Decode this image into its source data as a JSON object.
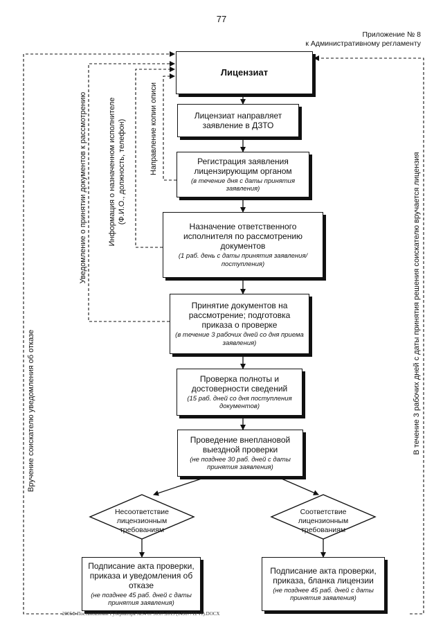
{
  "page_number": "77",
  "appendix": {
    "line1": "Приложение № 8",
    "line2": "к Административному регламенту"
  },
  "boxes": {
    "licensee": "Лицензиат",
    "submit": "Лицензиат направляет заявление в ДЗТО",
    "register": {
      "main": "Регистрация заявления лицензирующим органом",
      "note": "(в течение дня с даты принятия заявления)"
    },
    "assign": {
      "main": "Назначение ответственного исполнителя по рассмотрению документов",
      "note": "(1 раб. день с даты принятия заявления/ поступления)"
    },
    "accept": {
      "main": "Принятие документов на рассмотрение; подготовка приказа о проверке",
      "note": "(в течение 3 рабочих дней со дня приема заявления)"
    },
    "verify": {
      "main": "Проверка полноты и достоверности сведений",
      "note": "(15 раб. дней со дня поступления документов)"
    },
    "inspection": {
      "main": "Проведение внеплановой выездной проверки",
      "note": "(не позднее 30 раб. дней с даты принятия заявления)"
    },
    "refusal": {
      "main": "Подписание акта проверки, приказа и уведомления об отказе",
      "note": "(не позднее 45 раб. дней с даты принятия заявления)"
    },
    "license": {
      "main": "Подписание акта проверки, приказа, бланка лицензии",
      "note": "(не позднее 45 раб. дней с даты принятия заявления)"
    }
  },
  "diamonds": {
    "noncompliance": "Несоответствие лицензионным требованиям",
    "compliance": "Соответствие лицензионным требованиям"
  },
  "side_labels": {
    "left_outer": "Вручение соискателю уведомления об отказе",
    "notice_accept": "Уведомление о принятии документов к рассмотрению",
    "info_line1": "Информация о назначенном исполнителе",
    "info_line2": "(Ф.И.О., должность, телефон)",
    "copy": "Направление копии описи",
    "right_outer": "В течение 3 рабочих дней с даты принятия решения соискателю вручается лицензия"
  },
  "footer": "2005Ф Постановление Губернатора №54 от 30.07.2015 (14907712 v1).DOCX"
}
